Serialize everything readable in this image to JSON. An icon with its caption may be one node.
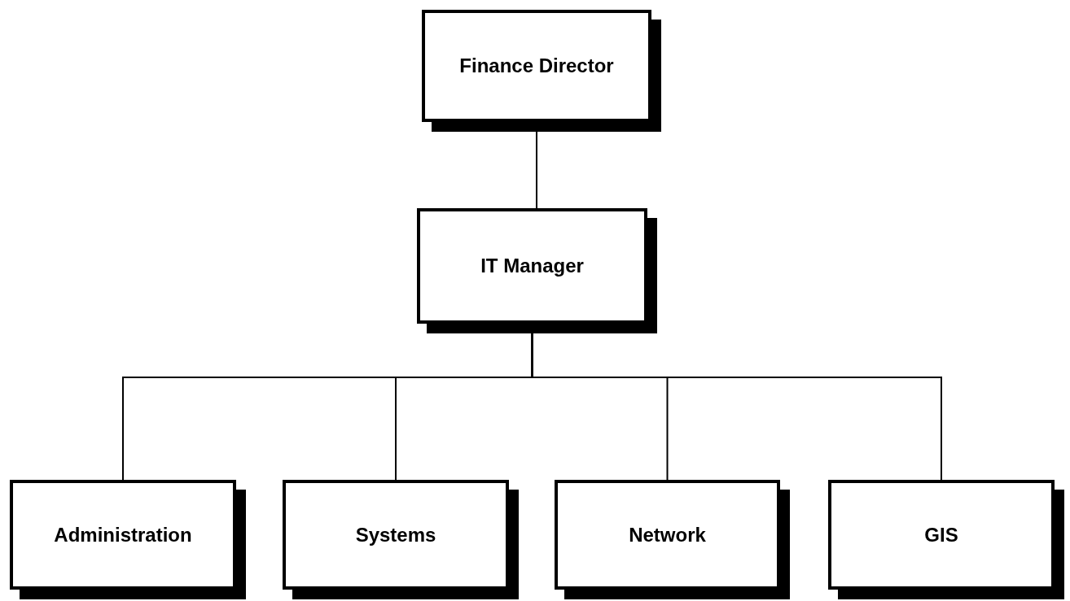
{
  "diagram": {
    "nodes": [
      {
        "text": [
          "Finance Director"
        ]
      },
      {
        "text": [
          "IT Manager"
        ]
      },
      {
        "text": [
          "Administration"
        ]
      },
      {
        "text": [
          "Systems"
        ]
      },
      {
        "text": [
          "Network"
        ]
      },
      {
        "text": [
          "GIS"
        ]
      }
    ],
    "edges": [
      {
        "from": 0,
        "to": 1,
        "arrow": "none"
      },
      {
        "from": 1,
        "to": 2,
        "arrow": "none"
      },
      {
        "from": 1,
        "to": 3,
        "arrow": "none"
      },
      {
        "from": 1,
        "to": 4,
        "arrow": "none"
      },
      {
        "from": 1,
        "to": 5,
        "arrow": "none"
      }
    ]
  }
}
